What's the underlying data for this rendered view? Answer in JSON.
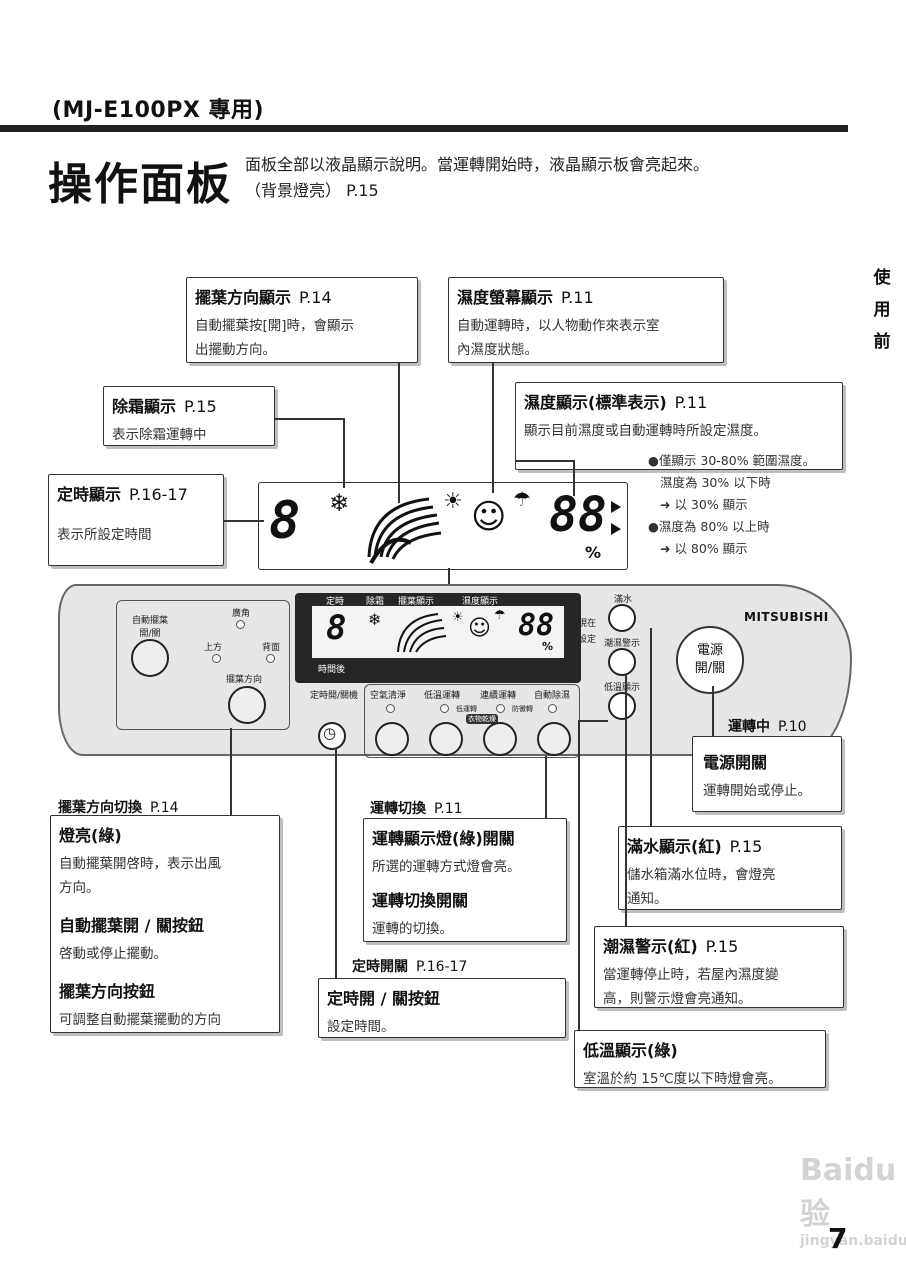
{
  "header": {
    "model": "(MJ-E100PX 專用)",
    "title": "操作面板",
    "intro_line1": "面板全部以液晶顯示說明。當運轉開始時，液晶顯示板會亮起來。",
    "intro_line2": "（背景燈亮） P.15",
    "side_tab": "使 用 前"
  },
  "callouts": {
    "swing_display": {
      "title": "擺葉方向顯示",
      "ref": "P.14",
      "text1": "自動擺葉按[開]時，會顯示",
      "text2": "出擺動方向。"
    },
    "humidity_screen": {
      "title": "濕度螢幕顯示",
      "ref": "P.11",
      "text1": "自動運轉時，以人物動作來表示室",
      "text2": "內濕度狀態。"
    },
    "defrost": {
      "title": "除霜顯示",
      "ref": "P.15",
      "text": "表示除霜運轉中"
    },
    "humidity_display": {
      "title": "濕度顯示(標準表示)",
      "ref": "P.11",
      "text": "顯示目前濕度或自動運轉時所設定濕度。",
      "note1": "●僅顯示 30-80% 範圍濕度。",
      "note2": "濕度為 30% 以下時",
      "note3": "➜ 以 30% 顯示",
      "note4": "●濕度為 80% 以上時",
      "note5": "➜ 以 80% 顯示"
    },
    "timer_display": {
      "title": "定時顯示",
      "ref": "P.16-17",
      "text": "表示所設定時間"
    },
    "running": {
      "label": "運轉中",
      "ref": "P.10"
    },
    "power_switch": {
      "title": "電源開關",
      "text": "運轉開始或停止。"
    },
    "swing_switch": {
      "label": "擺葉方向切換",
      "ref": "P.14",
      "h1": "燈亮(綠)",
      "t1a": "自動擺葉開啓時，表示出風",
      "t1b": "方向。",
      "h2": "自動擺葉開 / 關按鈕",
      "t2": "啓動或停止擺動。",
      "h3": "擺葉方向按鈕",
      "t3": "可調整自動擺葉擺動的方向"
    },
    "mode_switch": {
      "label": "運轉切換",
      "ref": "P.11",
      "h1": "運轉顯示燈(綠)開關",
      "t1": "所選的運轉方式燈會亮。",
      "h2": "運轉切換開關",
      "t2": "運轉的切換。"
    },
    "tank_full": {
      "title": "滿水顯示(紅)",
      "ref": "P.15",
      "text1": "儲水箱滿水位時，會燈亮",
      "text2": "通知。"
    },
    "damp_warning": {
      "title": "潮濕警示(紅)",
      "ref": "P.15",
      "text1": "當運轉停止時，若屋內濕度變",
      "text2": "高，則警示燈會亮通知。"
    },
    "timer_switch": {
      "label": "定時開關",
      "ref": "P.16-17",
      "h1": "定時開 / 關按鈕",
      "t1": "設定時間。"
    },
    "low_temp": {
      "title": "低溫顯示(綠)",
      "text": "室溫於約 15℃度以下時燈會亮。"
    }
  },
  "lcd": {
    "timer_digit": "8",
    "humidity_digits": "88",
    "percent": "%"
  },
  "panel": {
    "brand": "MITSUBISHI",
    "power_label1": "電源",
    "power_label2": "開/關",
    "swing_onoff": "自動擺葉\n開/關",
    "wide": "廣角",
    "up": "上方",
    "back": "背面",
    "swing_dir": "擺葉方向",
    "lcd_tab_timer": "定時",
    "lcd_tab_defrost": "除霜",
    "lcd_tab_swing": "擺葉顯示",
    "lcd_tab_humidity": "濕度顯示",
    "lcd_hours": "時間後",
    "lcd_current": "現在",
    "lcd_setting": "設定",
    "timer_btn": "定時開/關機",
    "modes": [
      "空氣清淨",
      "低溫運轉",
      "連續運轉",
      "自動除濕"
    ],
    "sub_modes": [
      "低運轉",
      "防黴轉",
      "衣物乾燥"
    ],
    "tank": "滿水",
    "damp": "潮濕警示",
    "lowtemp": "低溫顯示"
  },
  "footer": {
    "watermark1": "Baidu 经验",
    "watermark2": "jingyan.baidu.com",
    "page": "7"
  }
}
